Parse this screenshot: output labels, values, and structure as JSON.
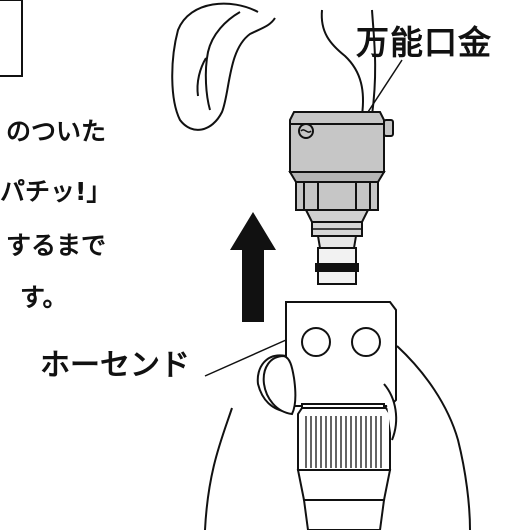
{
  "instructions": {
    "line1": "のついた",
    "line2": "パチッ!」",
    "line3": "するまで",
    "line4": "す。"
  },
  "labels": {
    "universal_nozzle": "万能口金",
    "hose_end": "ホーセンド"
  },
  "colors": {
    "ink": "#111111",
    "metal_gray": "#c4c4c4",
    "metal_gray_dark": "#a8a8a8",
    "background": "#ffffff"
  }
}
